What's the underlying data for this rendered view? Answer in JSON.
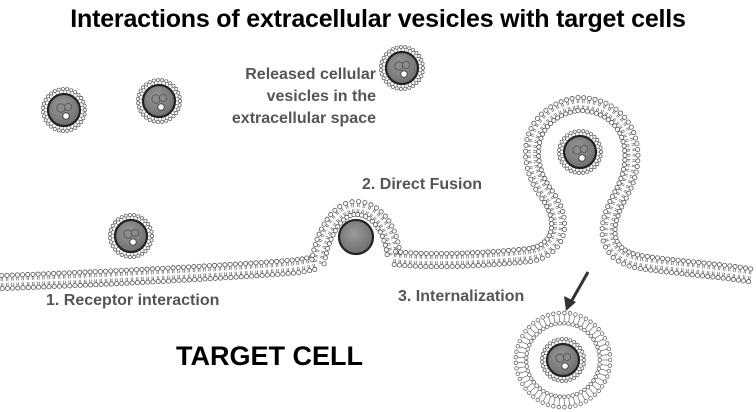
{
  "title": "Interactions of extracellular vesicles with target cells",
  "labels": {
    "released": [
      "Released cellular",
      "vesicles in the",
      "extracellular space"
    ],
    "direct_fusion": "2. Direct Fusion",
    "receptor": "1. Receptor interaction",
    "internalization": "3. Internalization",
    "target_cell": "TARGET CELL"
  },
  "colors": {
    "vesicle_fill": "#808080",
    "vesicle_border": "#222222",
    "lipid_head": "#ffffff",
    "lipid_outline": "#555555",
    "label_gray": "#555555",
    "text_black": "#000000"
  }
}
